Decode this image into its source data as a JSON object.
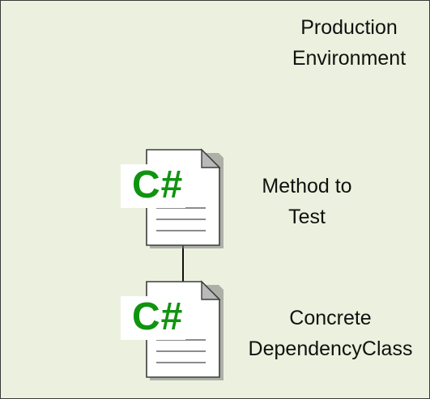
{
  "environment": {
    "title_line1": "Production",
    "title_line2": "Environment"
  },
  "components": [
    {
      "icon_label": "C#",
      "name_line1": "Method to",
      "name_line2": "Test"
    },
    {
      "icon_label": "C#",
      "name_line1": "Concrete",
      "name_line2": "DependencyClass"
    }
  ],
  "colors": {
    "background": "#ebf1de",
    "border": "#3a3a3a",
    "csharp_green": "#109410",
    "text": "#111111"
  },
  "icons": [
    "csharp-file-icon",
    "csharp-file-icon"
  ]
}
